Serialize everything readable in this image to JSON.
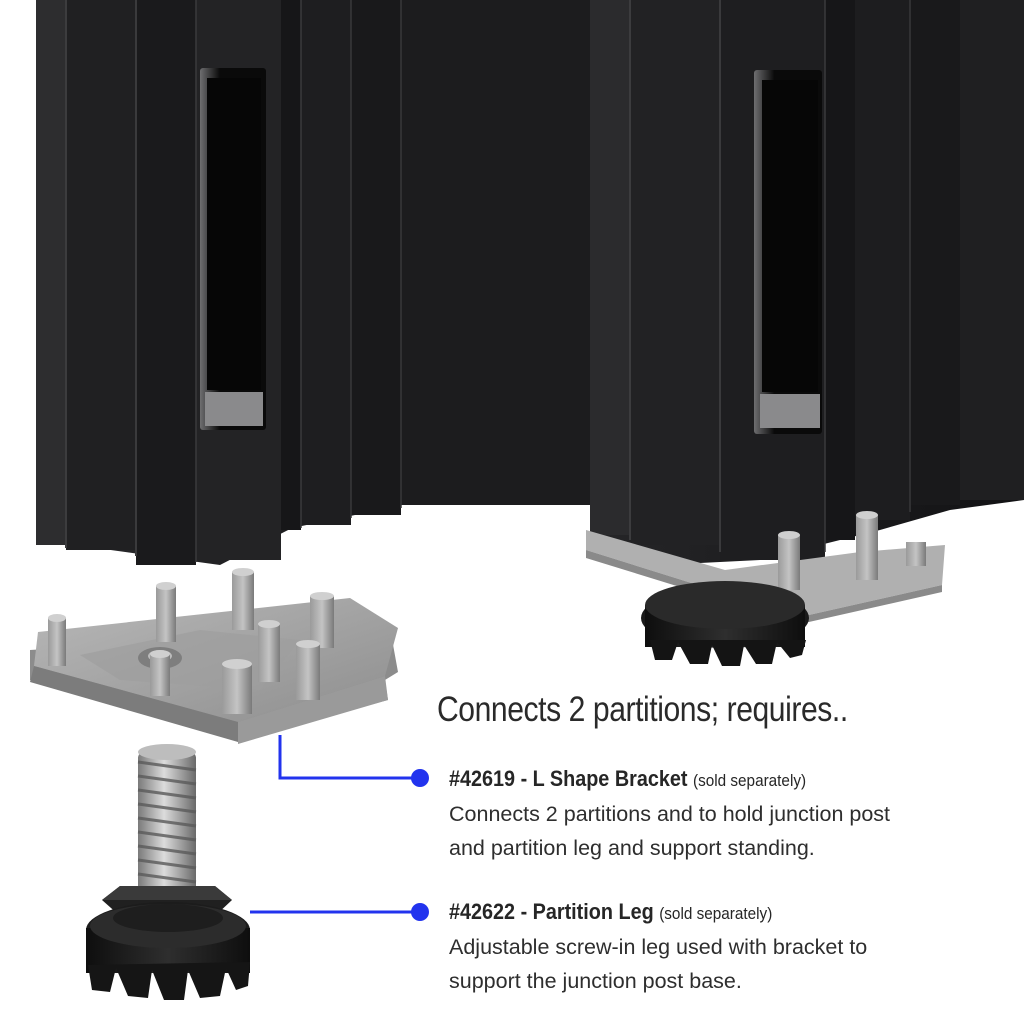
{
  "headline": "Connects 2 partitions; requires..",
  "items": [
    {
      "title": "#42619 - L Shape Bracket",
      "note": "(sold separately)",
      "desc_line1": "Connects 2 partitions and to hold junction post",
      "desc_line2": "and partition leg and support standing."
    },
    {
      "title": "#42622 - Partition Leg",
      "note": "(sold separately)",
      "desc_line1": "Adjustable screw-in leg used with bracket to",
      "desc_line2": "support the junction post base."
    }
  ],
  "colors": {
    "callout": "#2233ee",
    "panel": "#1d1d1f",
    "bracket": "#a3a3a3",
    "foot": "#1a1a1a"
  }
}
